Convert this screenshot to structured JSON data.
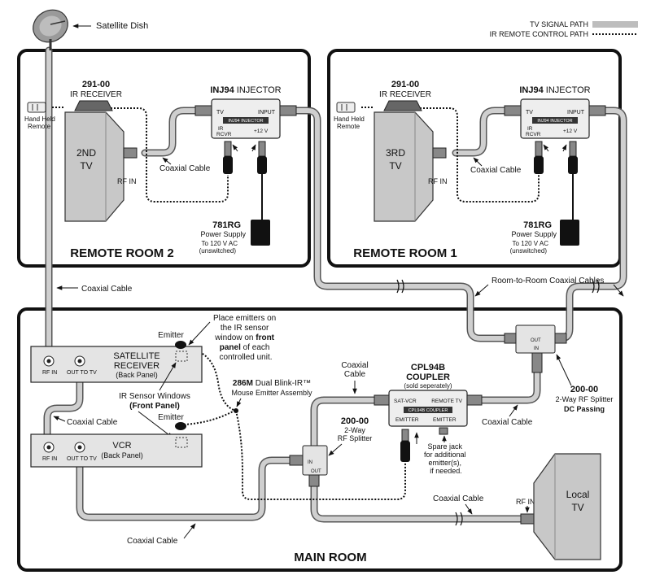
{
  "legend": {
    "tv_signal": "TV SIGNAL PATH",
    "ir_remote": "IR REMOTE CONTROL PATH"
  },
  "satellite_dish": "Satellite Dish",
  "remote_room_2": {
    "title": "REMOTE ROOM 2",
    "ir_receiver_part": "291-00",
    "ir_receiver_name": "IR RECEIVER",
    "hand_held": "Hand Held",
    "remote": "Remote",
    "tv_line1": "2ND",
    "tv_line2": "TV",
    "rf_in": "RF IN",
    "coaxial_cable": "Coaxial Cable",
    "injector_part": "INJ94",
    "injector_name": "INJECTOR",
    "injector_tv": "TV",
    "injector_input": "INPUT",
    "injector_badge": "INJ94 INJECTOR",
    "injector_ir": "IR",
    "injector_rcvr": "RCVR",
    "injector_12v": "+12 V",
    "psu_part": "781RG",
    "psu_name": "Power Supply",
    "psu_note1": "To 120 V AC",
    "psu_note2": "(unswitched)"
  },
  "remote_room_1": {
    "title": "REMOTE ROOM 1",
    "ir_receiver_part": "291-00",
    "ir_receiver_name": "IR RECEIVER",
    "hand_held": "Hand Held",
    "remote": "Remote",
    "tv_line1": "3RD",
    "tv_line2": "TV",
    "rf_in": "RF IN",
    "coaxial_cable": "Coaxial Cable",
    "injector_part": "INJ94",
    "injector_name": "INJECTOR",
    "injector_tv": "TV",
    "injector_input": "INPUT",
    "injector_badge": "INJ94 INJECTOR",
    "injector_ir": "IR",
    "injector_rcvr": "RCVR",
    "injector_12v": "+12 V",
    "psu_part": "781RG",
    "psu_name": "Power Supply",
    "psu_note1": "To 120 V AC",
    "psu_note2": "(unswitched)"
  },
  "between": {
    "coaxial_cable": "Coaxial Cable",
    "room_to_room": "Room-to-Room Coaxial Cables"
  },
  "main_room": {
    "title": "MAIN ROOM",
    "place_emitters": [
      "Place emitters on",
      "the IR sensor",
      "window on ",
      "front",
      "panel",
      " of each",
      "controlled unit."
    ],
    "emitter_top": "Emitter",
    "emitter_bottom": "Emitter",
    "sat_receiver_line1": "SATELLITE",
    "sat_receiver_line2": "RECEIVER",
    "sat_receiver_line3": "(Back Panel)",
    "sat_rf_in": "RF IN",
    "sat_out_to_tv": "OUT TO TV",
    "ir_sensor_windows": "IR Sensor Windows",
    "front_panel": "(Front Panel)",
    "coaxial_cable_left": "Coaxial Cable",
    "vcr_line1": "VCR",
    "vcr_line2": "(Back Panel)",
    "vcr_rf_in": "RF IN",
    "vcr_out_to_tv": "OUT TO TV",
    "mouse_part": "286M",
    "mouse_name": "Dual Blink-IR™",
    "mouse_name2": "Mouse Emitter Assembly",
    "coax_label_line1": "Coaxial",
    "coax_label_line2": "Cable",
    "splitter_part": "200-00",
    "splitter_line1": "2-Way",
    "splitter_line2": "RF Splitter",
    "splitter_in": "IN",
    "splitter_out": "OUT",
    "coupler_part": "CPL94B",
    "coupler_name": "COUPLER",
    "coupler_note": "(sold seperately)",
    "coupler_sat_vcr": "SAT-VCR",
    "coupler_remote_tv": "REMOTE TV",
    "coupler_badge": "CPL94B COUPLER",
    "coupler_emitter1": "EMITTER",
    "coupler_emitter2": "EMITTER",
    "spare_jack": [
      "Spare jack",
      "for additional",
      "emitter(s),",
      "if needed."
    ],
    "coax_mid": "Coaxial Cable",
    "right_splitter_part": "200-00",
    "right_splitter_line1": "2-Way RF Splitter",
    "right_splitter_line2": "DC Passing",
    "right_splitter_in": "IN",
    "right_splitter_out": "OUT",
    "coax_bottom_right": "Coaxial Cable",
    "coax_bottom_left": "Coaxial Cable",
    "local_tv_rf_in": "RF IN",
    "local_tv_line1": "Local",
    "local_tv_line2": "TV"
  }
}
